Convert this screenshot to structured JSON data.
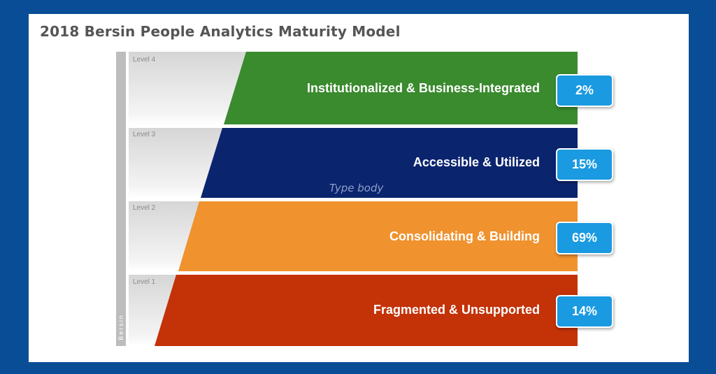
{
  "title": "2018 Bersin People Analytics Maturity Model",
  "sidebar_label": "Bersin",
  "overlay_text": "Type body",
  "levels": [
    {
      "level": "Level 4",
      "label": "Institutionalized & Business-Integrated",
      "percent": "2%",
      "color": "#3a8a2e"
    },
    {
      "level": "Level 3",
      "label": "Accessible & Utilized",
      "percent": "15%",
      "color": "#0b246e"
    },
    {
      "level": "Level 2",
      "label": "Consolidating & Building",
      "percent": "69%",
      "color": "#f0922e"
    },
    {
      "level": "Level 1",
      "label": "Fragmented & Unsupported",
      "percent": "14%",
      "color": "#c43208"
    }
  ],
  "colors": {
    "frame": "#0a4d97",
    "badge": "#1a9ae0",
    "title_text": "#555555"
  },
  "chart_data": {
    "type": "table",
    "title": "2018 Bersin People Analytics Maturity Model",
    "categories": [
      "Level 4: Institutionalized & Business-Integrated",
      "Level 3: Accessible & Utilized",
      "Level 2: Consolidating & Building",
      "Level 1: Fragmented & Unsupported"
    ],
    "values": [
      2,
      15,
      69,
      14
    ],
    "unit": "%"
  }
}
